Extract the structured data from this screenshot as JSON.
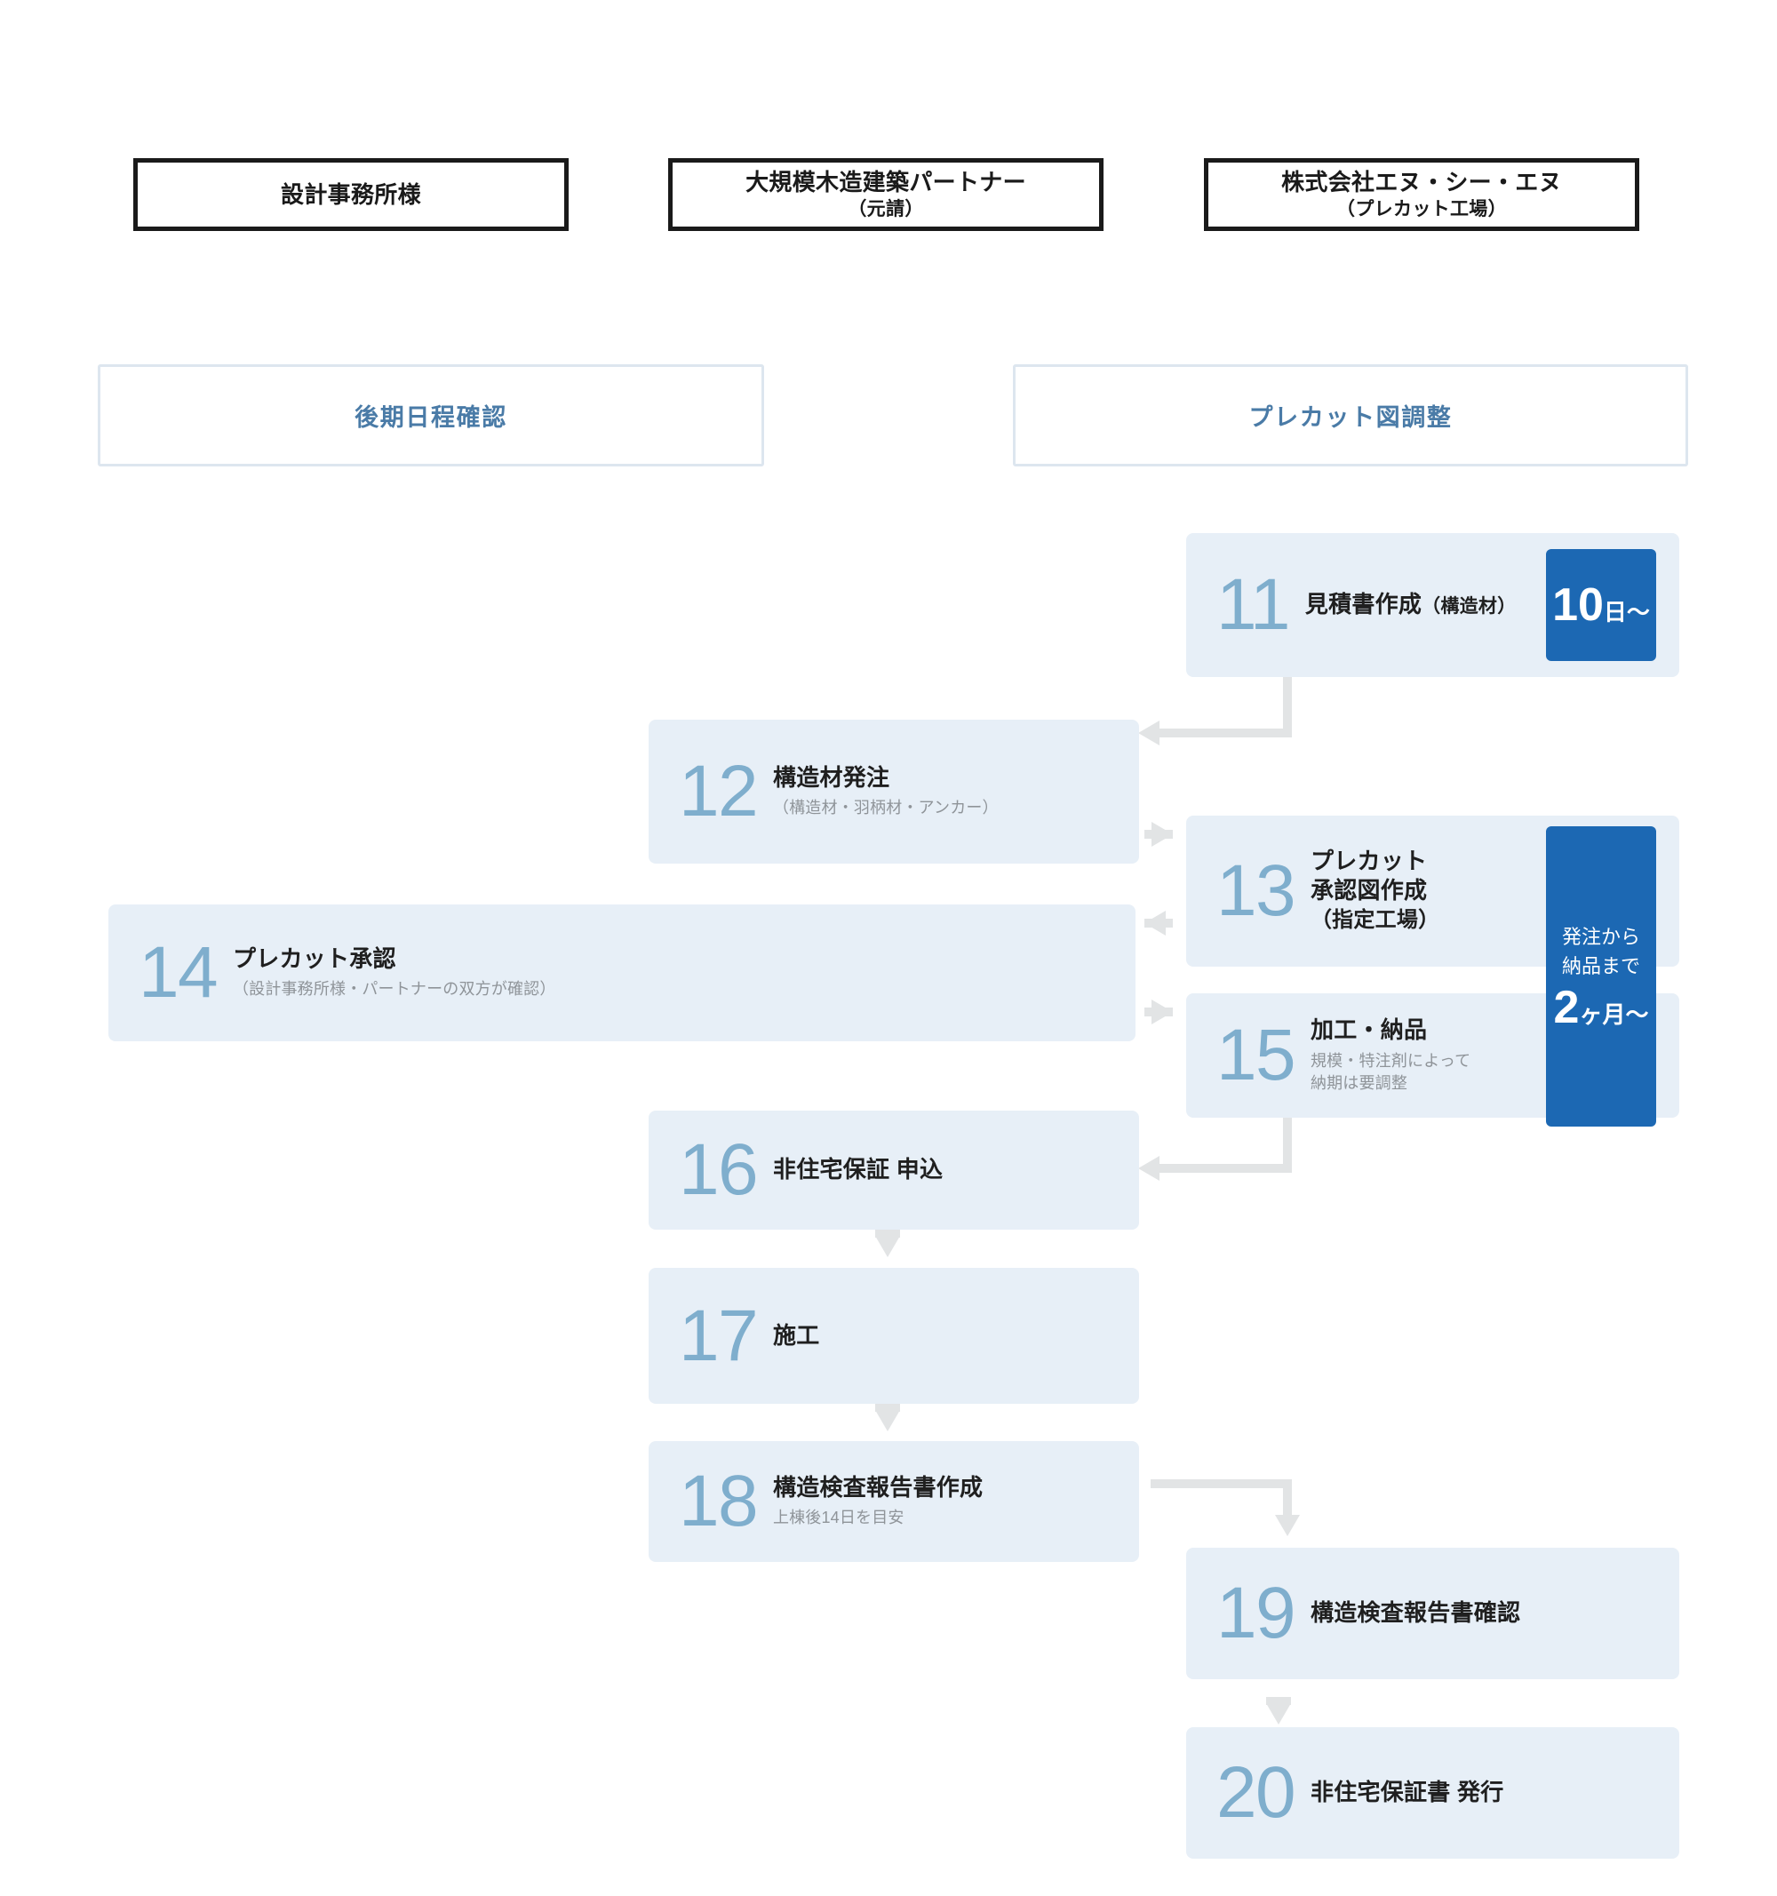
{
  "columns": [
    {
      "name": "設計事務所様",
      "sub": ""
    },
    {
      "name": "大規模木造建築パートナー",
      "sub": "（元請）"
    },
    {
      "name": "株式会社エヌ・シー・エヌ",
      "sub": "（プレカット工場）"
    }
  ],
  "phases": [
    {
      "label": "後期日程確認"
    },
    {
      "label": "プレカット図調整"
    }
  ],
  "steps": [
    {
      "number": "11",
      "title": "見積書作成",
      "title_paren": "（構造材）",
      "sub": "",
      "column": "factory"
    },
    {
      "number": "12",
      "title": "構造材発注",
      "title_paren": "",
      "sub": "（構造材・羽柄材・アンカー）",
      "column": "partner"
    },
    {
      "number": "13",
      "title": "プレカット\n承認図作成",
      "title_paren": "",
      "sub": "（指定工場）",
      "column": "factory"
    },
    {
      "number": "14",
      "title": "プレカット承認",
      "title_paren": "",
      "sub": "（設計事務所様・パートナーの双方が確認）",
      "column": "design"
    },
    {
      "number": "15",
      "title": "加工・納品",
      "title_paren": "",
      "sub": "規模・特注剤によって\n納期は要調整",
      "column": "factory"
    },
    {
      "number": "16",
      "title": "非住宅保証 申込",
      "title_paren": "",
      "sub": "",
      "column": "partner"
    },
    {
      "number": "17",
      "title": "施工",
      "title_paren": "",
      "sub": "",
      "column": "partner"
    },
    {
      "number": "18",
      "title": "構造検査報告書作成",
      "title_paren": "",
      "sub": "上棟後14日を目安",
      "column": "partner"
    },
    {
      "number": "19",
      "title": "構造検査報告書確認",
      "title_paren": "",
      "sub": "",
      "column": "factory"
    },
    {
      "number": "20",
      "title": "非住宅保証書 発行",
      "title_paren": "",
      "sub": "",
      "column": "factory"
    }
  ],
  "badges": [
    {
      "id": "badge-10-days",
      "big": "10",
      "unit": "日〜",
      "caption_line1": "",
      "caption_line2": ""
    },
    {
      "id": "badge-2-months",
      "big": "2",
      "unit": "ヶ月〜",
      "caption_line1": "発注から",
      "caption_line2": "納品まで"
    }
  ],
  "colors": {
    "card_bg": "#e7eff7",
    "number": "#7faecd",
    "badge_blue": "#1c68b3",
    "phase_text": "#4a7ba7",
    "phase_border": "#dde6ef",
    "connector": "#e2e4e5",
    "header_border": "#1a1a1a"
  }
}
